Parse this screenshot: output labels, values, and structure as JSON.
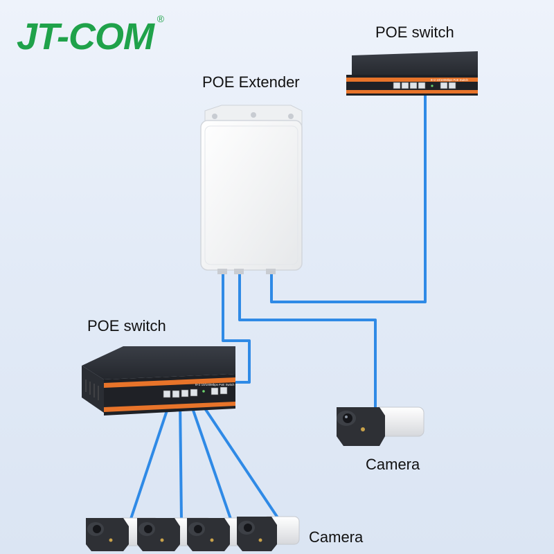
{
  "brand": {
    "logo_text": "JT-COM",
    "registered_mark": "®"
  },
  "labels": {
    "top_switch": "POE switch",
    "extender": "POE Extender",
    "left_switch": "POE switch",
    "single_camera": "Camera",
    "camera_row": "Camera"
  },
  "device_text": {
    "switch_panel": "8+2 10/100Mbps PoE Switch"
  },
  "colors": {
    "cable": "#2f8ae6",
    "logo": "#1fa24a",
    "switch_body": "#2c2f36",
    "switch_stripe": "#e8742a",
    "extender": "#f4f5f6",
    "camera_body": "#f2f2f2",
    "camera_face": "#2a2a2a"
  },
  "icons": [
    "poe-switch-icon",
    "poe-extender-icon",
    "camera-icon"
  ]
}
